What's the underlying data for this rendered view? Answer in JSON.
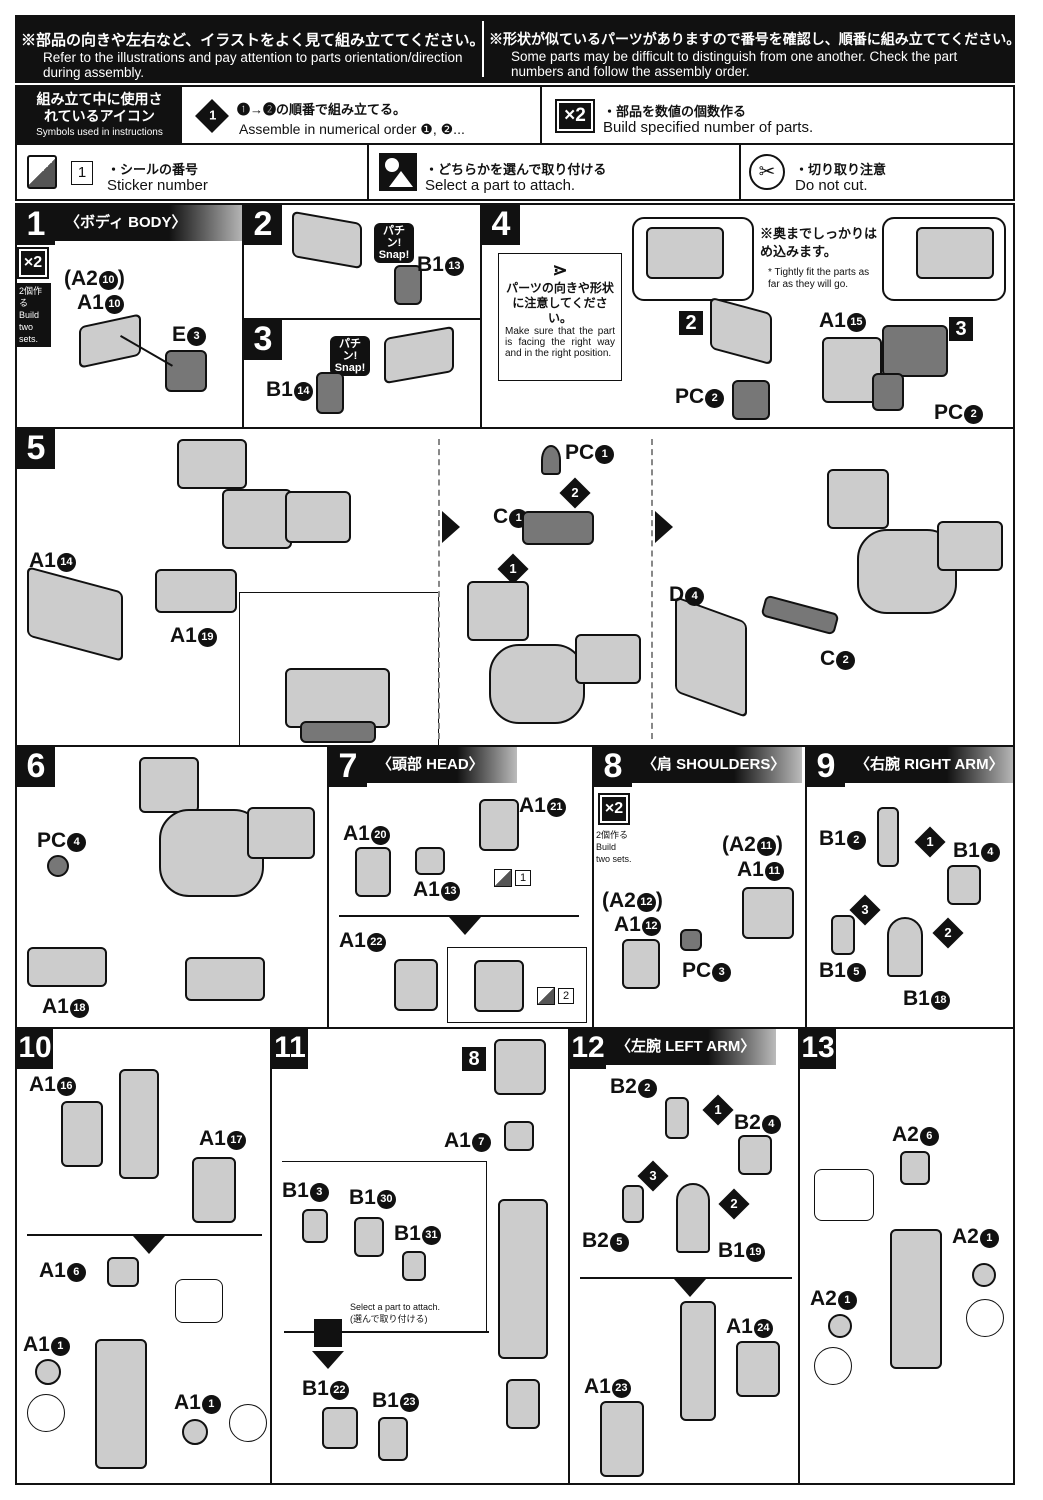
{
  "header": {
    "left_jp": "※部品の向きや左右など、イラストをよく見て組み立ててください。",
    "left_en": "Refer to the illustrations and pay attention to parts orientation/direction during assembly.",
    "right_jp": "※形状が似ているパーツがありますので番号を確認し、順番に組み立ててください。",
    "right_en": "Some parts may be difficult to distinguish from one another. Check the part numbers and follow the assembly order."
  },
  "legend": {
    "title_jp": "組み立て中に使用されているアイコン",
    "title_en": "Symbols used in instructions",
    "order_icon": "1",
    "order_jp": "❶→❷の順番で組み立てる。",
    "order_en": "Assemble in numerical order ❶, ❷...",
    "x2_icon": "×2",
    "x2_jp": "・部品を数値の個数作る",
    "x2_en": "Build specified number of parts.",
    "sticker_num": "1",
    "sticker_jp": "・シールの番号",
    "sticker_en": "Sticker number",
    "select_jp": "・どちらかを選んで取り付ける",
    "select_en": "Select a part to attach.",
    "nocut_jp": "・切り取り注意",
    "nocut_en": "Do not cut."
  },
  "steps": {
    "s1": {
      "no": "1",
      "title": "〈ボディ BODY〉",
      "x2": "×2",
      "x2_jp": "2個作る",
      "x2_en": "Build two sets.",
      "p": [
        {
          "c": "(A2",
          "n": "10",
          "e": ")"
        },
        {
          "c": "A1",
          "n": "10"
        },
        {
          "c": "E",
          "n": "3"
        }
      ]
    },
    "s2": {
      "no": "2",
      "snap": "パチン! Snap!",
      "p": [
        {
          "c": "B1",
          "n": "13"
        }
      ]
    },
    "s3": {
      "no": "3",
      "snap": "パチン! Snap!",
      "p": [
        {
          "c": "B1",
          "n": "14"
        }
      ]
    },
    "s4": {
      "no": "4",
      "note_jp": "パーツの向きや形状に注意してください。",
      "note_en": "Make sure that the part is facing the right way and in the right position.",
      "fit_jp": "※奥までしっかりはめ込みます。",
      "fit_en": "* Tightly fit the parts as far as they will go.",
      "ref2": "2",
      "ref3": "3",
      "p": [
        {
          "c": "A1",
          "n": "15"
        },
        {
          "c": "PC",
          "n": "2"
        },
        {
          "c": "PC",
          "n": "2"
        }
      ]
    },
    "s5": {
      "no": "5",
      "p": [
        {
          "c": "A1",
          "n": "14"
        },
        {
          "c": "A1",
          "n": "19"
        },
        {
          "c": "PC",
          "n": "1"
        },
        {
          "c": "C",
          "n": "1"
        },
        {
          "c": "D",
          "n": "4"
        },
        {
          "c": "C",
          "n": "2"
        }
      ],
      "seq": [
        "1",
        "2"
      ]
    },
    "s6": {
      "no": "6",
      "p": [
        {
          "c": "PC",
          "n": "4"
        },
        {
          "c": "A1",
          "n": "18"
        }
      ]
    },
    "s7": {
      "no": "7",
      "title": "〈頭部 HEAD〉",
      "p": [
        {
          "c": "A1",
          "n": "20"
        },
        {
          "c": "A1",
          "n": "21"
        },
        {
          "c": "A1",
          "n": "13"
        },
        {
          "c": "A1",
          "n": "22"
        }
      ],
      "stickers": [
        "1",
        "2"
      ]
    },
    "s8": {
      "no": "8",
      "title": "〈肩 SHOULDERS〉",
      "x2": "×2",
      "x2_jp": "2個作る",
      "x2_en": "Build two sets.",
      "p": [
        {
          "c": "(A2",
          "n": "11",
          "e": ")"
        },
        {
          "c": "A1",
          "n": "11"
        },
        {
          "c": "(A2",
          "n": "12",
          "e": ")"
        },
        {
          "c": "A1",
          "n": "12"
        },
        {
          "c": "PC",
          "n": "3"
        }
      ]
    },
    "s9": {
      "no": "9",
      "title": "〈右腕 RIGHT ARM〉",
      "p": [
        {
          "c": "B1",
          "n": "2"
        },
        {
          "c": "B1",
          "n": "4"
        },
        {
          "c": "B1",
          "n": "5"
        },
        {
          "c": "B1",
          "n": "18"
        }
      ],
      "seq": [
        "1",
        "2",
        "3"
      ]
    },
    "s10": {
      "no": "10",
      "p": [
        {
          "c": "A1",
          "n": "16"
        },
        {
          "c": "A1",
          "n": "17"
        },
        {
          "c": "A1",
          "n": "6"
        },
        {
          "c": "A1",
          "n": "1"
        },
        {
          "c": "A1",
          "n": "1"
        }
      ]
    },
    "s11": {
      "no": "11",
      "ref8": "8",
      "select_en": "Select a part to attach.",
      "select_jp": "(選んで取り付ける)",
      "p": [
        {
          "c": "A1",
          "n": "7"
        },
        {
          "c": "B1",
          "n": "3"
        },
        {
          "c": "B1",
          "n": "30"
        },
        {
          "c": "B1",
          "n": "31"
        },
        {
          "c": "B1",
          "n": "22"
        },
        {
          "c": "B1",
          "n": "23"
        }
      ]
    },
    "s12": {
      "no": "12",
      "title": "〈左腕 LEFT ARM〉",
      "p": [
        {
          "c": "B2",
          "n": "2"
        },
        {
          "c": "B2",
          "n": "4"
        },
        {
          "c": "B2",
          "n": "5"
        },
        {
          "c": "B1",
          "n": "19"
        },
        {
          "c": "A1",
          "n": "24"
        },
        {
          "c": "A1",
          "n": "23"
        }
      ],
      "seq": [
        "1",
        "2",
        "3"
      ]
    },
    "s13": {
      "no": "13",
      "p": [
        {
          "c": "A2",
          "n": "6"
        },
        {
          "c": "A2",
          "n": "1"
        },
        {
          "c": "A2",
          "n": "1"
        }
      ]
    }
  },
  "colors": {
    "ink": "#111111",
    "part_gray": "#777777",
    "paper": "#ffffff"
  }
}
